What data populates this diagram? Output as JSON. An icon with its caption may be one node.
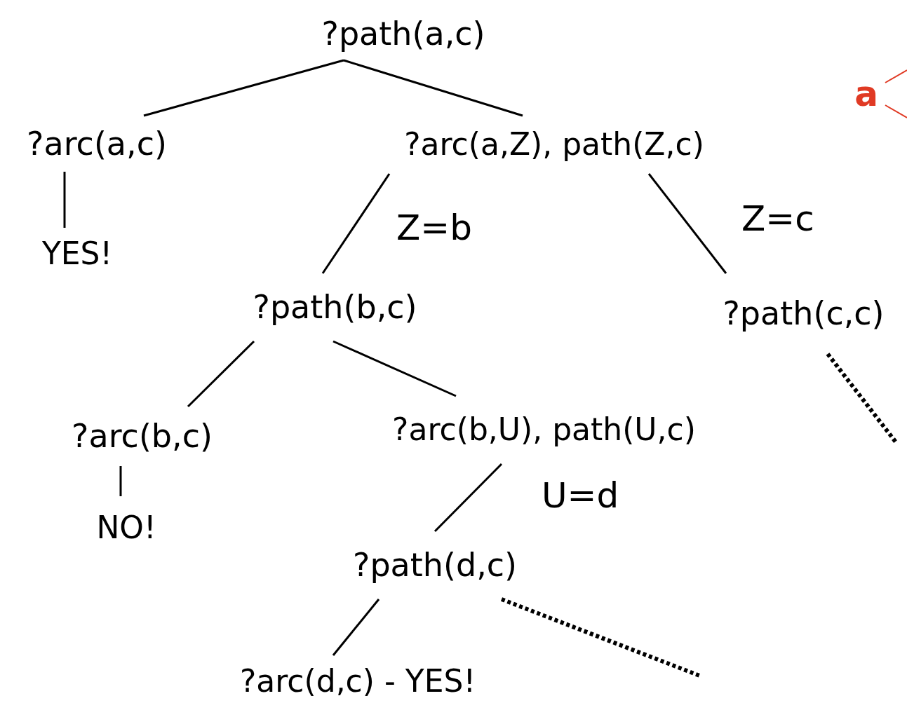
{
  "diagram": {
    "nodes": [
      {
        "text": [
          "?path(a,c)"
        ]
      },
      {
        "text": [
          "?arc(a,c)"
        ]
      },
      {
        "text": [
          "?arc(a,Z), path(Z,c)"
        ]
      },
      {
        "text": [
          "YES!"
        ]
      },
      {
        "text": [
          "?path(b,c)"
        ]
      },
      {
        "text": [
          "?path(c,c)"
        ]
      },
      {
        "text": [
          "?arc(b,c)"
        ]
      },
      {
        "text": [
          "?arc(b,U), path(U,c)"
        ]
      },
      {
        "text": [
          "NO!"
        ]
      },
      {
        "text": [
          "?path(d,c)"
        ]
      },
      {
        "text": [
          "?arc(d,c) - YES!"
        ]
      },
      {
        "text": [
          "a"
        ]
      }
    ],
    "edges": [
      {
        "from": 0,
        "to": 1,
        "arrow": "none"
      },
      {
        "from": 0,
        "to": 2,
        "arrow": "none"
      },
      {
        "from": 1,
        "to": 3,
        "arrow": "none"
      },
      {
        "from": 2,
        "to": 4,
        "arrow": "none",
        "label": "Z=b"
      },
      {
        "from": 2,
        "to": 5,
        "arrow": "none",
        "label": "Z=c"
      },
      {
        "from": 4,
        "to": 6,
        "arrow": "none"
      },
      {
        "from": 4,
        "to": 7,
        "arrow": "none"
      },
      {
        "from": 6,
        "to": 8,
        "arrow": "none"
      },
      {
        "from": 7,
        "to": 9,
        "arrow": "none",
        "label": "U=d"
      },
      {
        "from": 9,
        "to": 10,
        "arrow": "none"
      },
      {
        "from": 9,
        "to": null,
        "arrow": "none",
        "style": "dashed"
      },
      {
        "from": 5,
        "to": null,
        "arrow": "none",
        "style": "dashed"
      },
      {
        "from": 11,
        "to": null,
        "arrow": "none",
        "color": "#e03a24"
      },
      {
        "from": 11,
        "to": null,
        "arrow": "none",
        "color": "#e03a24"
      }
    ]
  }
}
